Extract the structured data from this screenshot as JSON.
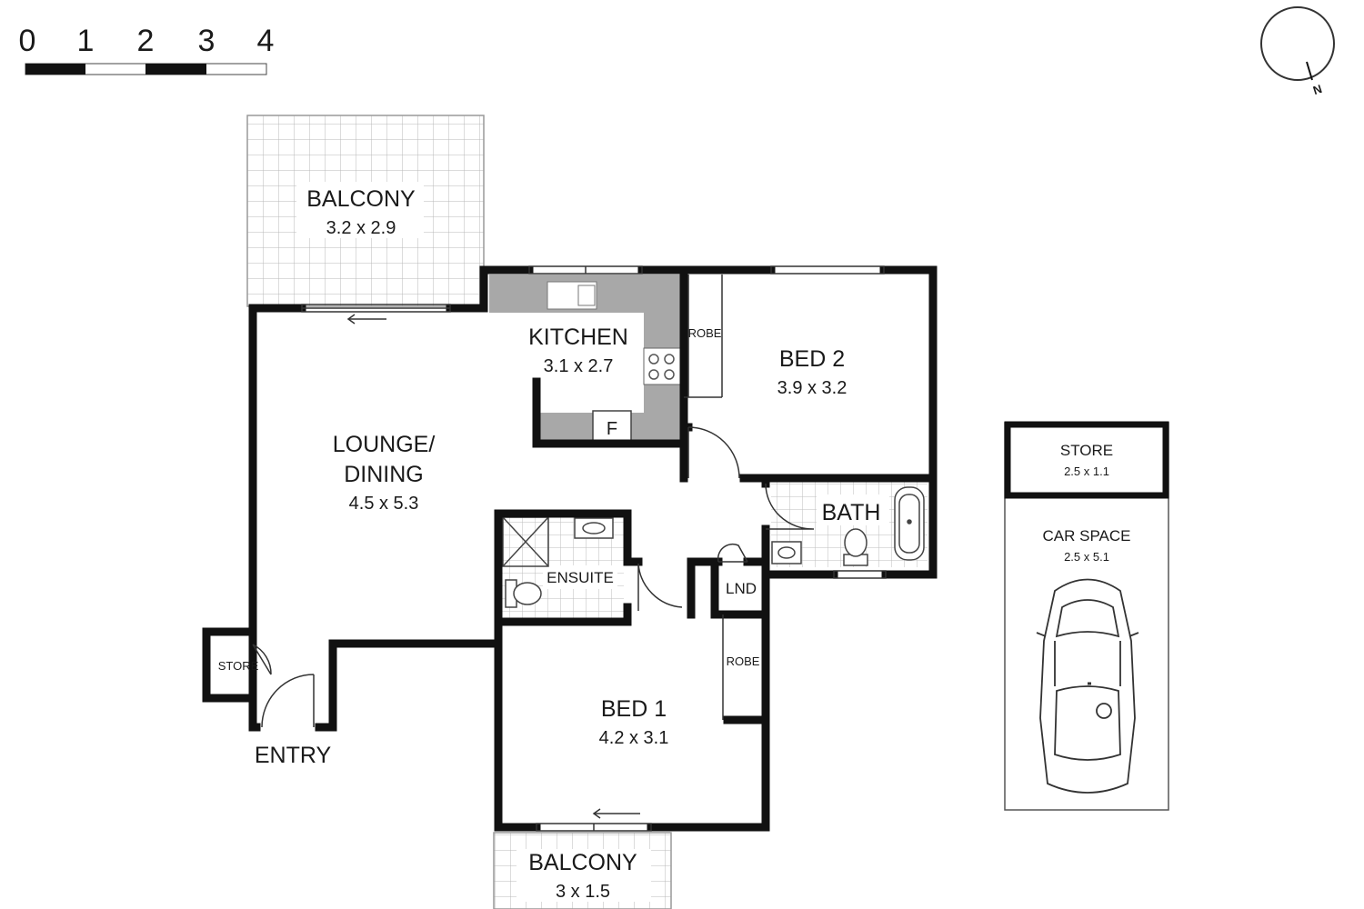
{
  "scale_bar": {
    "ticks": [
      "0",
      "1",
      "2",
      "3",
      "4"
    ]
  },
  "compass": {
    "label": "N"
  },
  "rooms": {
    "balcony_top": {
      "name": "BALCONY",
      "dims": "3.2 x 2.9"
    },
    "kitchen": {
      "name": "KITCHEN",
      "dims": "3.1 x 2.7",
      "fridge": "F"
    },
    "robe_bed2": {
      "name": "ROBE"
    },
    "bed2": {
      "name": "BED 2",
      "dims": "3.9 x 3.2"
    },
    "lounge": {
      "name_line1": "LOUNGE/",
      "name_line2": "DINING",
      "dims": "4.5 x 5.3"
    },
    "bath": {
      "name": "BATH"
    },
    "ensuite": {
      "name": "ENSUITE"
    },
    "lnd": {
      "name": "LND"
    },
    "robe_bed1": {
      "name": "ROBE"
    },
    "store_entry": {
      "name": "STORE"
    },
    "entry": {
      "name": "ENTRY"
    },
    "bed1": {
      "name": "BED 1",
      "dims": "4.2 x 3.1"
    },
    "balcony_bottom": {
      "name": "BALCONY",
      "dims": "3 x 1.5"
    },
    "store_car": {
      "name": "STORE",
      "dims": "2.5 x 1.1"
    },
    "car_space": {
      "name": "CAR SPACE",
      "dims": "2.5 x 5.1"
    }
  }
}
